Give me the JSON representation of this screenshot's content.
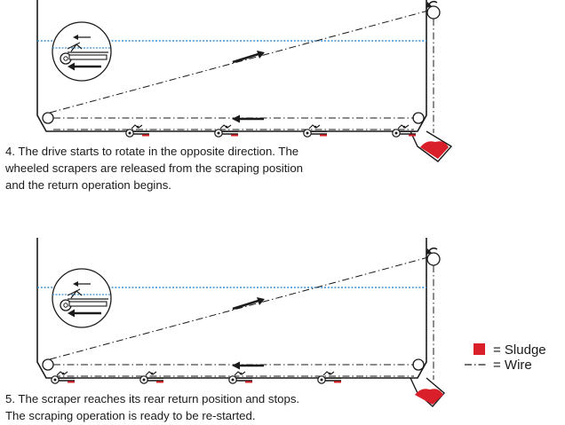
{
  "captions": {
    "step4": {
      "line1": "4. The drive starts to rotate in the opposite direction. The",
      "line2": "wheeled scrapers are released from the scraping position",
      "line3": "and the return operation begins."
    },
    "step5": {
      "line1": "5. The scraper reaches its rear return position and stops.",
      "line2": "The scraping operation is ready to be re-started."
    }
  },
  "legend": {
    "sludge_label": "= Sludge",
    "wire_label": "= Wire",
    "sludge_color": "#d9202a"
  },
  "colors": {
    "water": "#3a8fd0",
    "line": "#1a1a1a",
    "sludge": "#d9202a"
  }
}
